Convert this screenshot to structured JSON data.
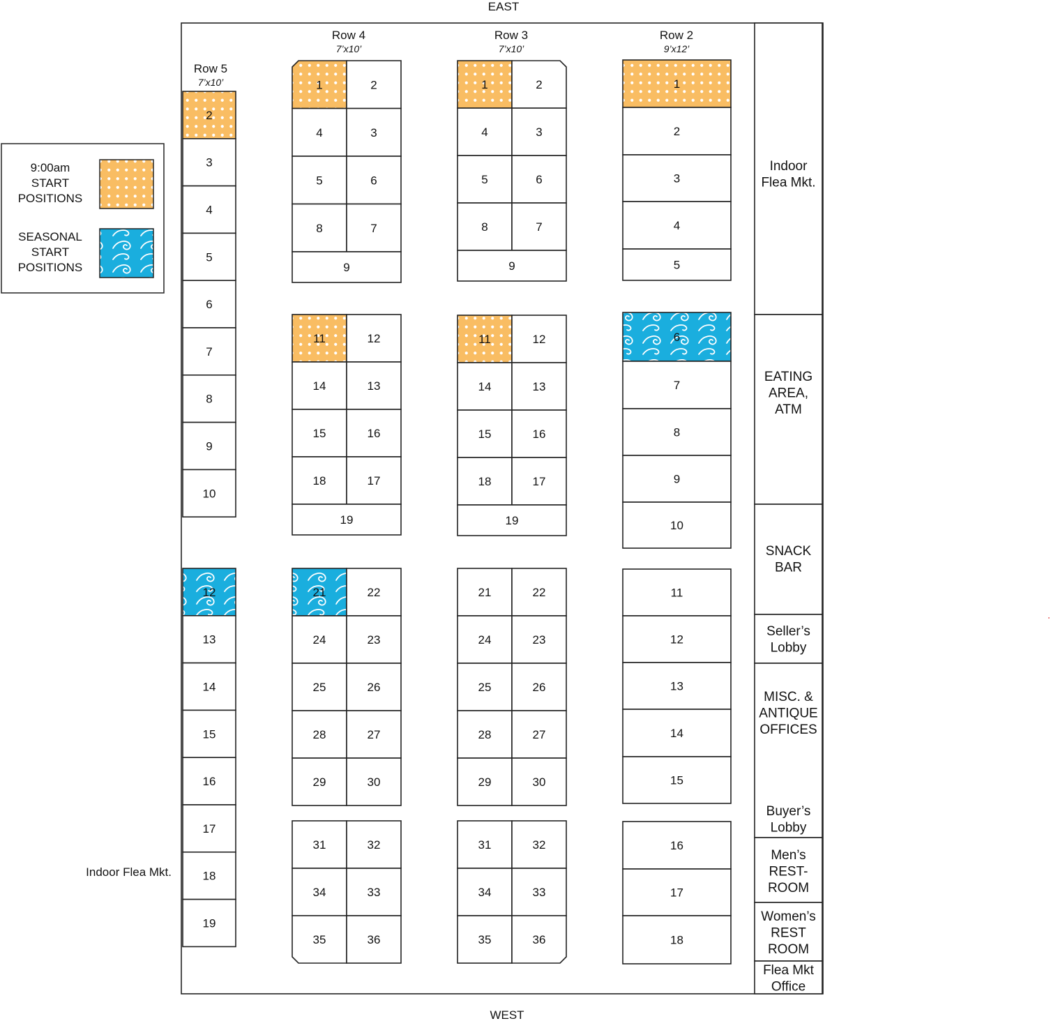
{
  "compass": {
    "top": "EAST",
    "bottom": "WEST"
  },
  "legend": {
    "items": [
      {
        "lines": [
          "9:00am",
          "START",
          "POSITIONS"
        ],
        "pattern": "dots",
        "color": "#f9bd63"
      },
      {
        "lines": [
          "SEASONAL",
          "START",
          "POSITIONS"
        ],
        "pattern": "waves",
        "color": "#1aaede"
      }
    ]
  },
  "outside_label": "Indoor Flea Mkt.",
  "rows": {
    "row5": {
      "label": "Row 5",
      "size": "7’x10’"
    },
    "row4": {
      "label": "Row 4",
      "size": "7’x10’"
    },
    "row3": {
      "label": "Row 3",
      "size": "7’x10’"
    },
    "row2": {
      "label": "Row 2",
      "size": "9’x12’"
    }
  },
  "row5_top": [
    "2",
    "3",
    "4",
    "5",
    "6",
    "7",
    "8",
    "9",
    "10"
  ],
  "row5_bottom": [
    "12",
    "13",
    "14",
    "15",
    "16",
    "17",
    "18",
    "19"
  ],
  "row4_block1": [
    [
      "1",
      "2"
    ],
    [
      "4",
      "3"
    ],
    [
      "5",
      "6"
    ],
    [
      "8",
      "7"
    ]
  ],
  "row4_block1_full": "9",
  "row4_block2": [
    [
      "11",
      "12"
    ],
    [
      "14",
      "13"
    ],
    [
      "15",
      "16"
    ],
    [
      "18",
      "17"
    ]
  ],
  "row4_block2_full": "19",
  "row4_block3": [
    [
      "21",
      "22"
    ],
    [
      "24",
      "23"
    ],
    [
      "25",
      "26"
    ],
    [
      "28",
      "27"
    ],
    [
      "29",
      "30"
    ]
  ],
  "row4_block4": [
    [
      "31",
      "32"
    ],
    [
      "34",
      "33"
    ],
    [
      "35",
      "36"
    ]
  ],
  "row3_block1": [
    [
      "1",
      "2"
    ],
    [
      "4",
      "3"
    ],
    [
      "5",
      "6"
    ],
    [
      "8",
      "7"
    ]
  ],
  "row3_block1_full": "9",
  "row3_block2": [
    [
      "11",
      "12"
    ],
    [
      "14",
      "13"
    ],
    [
      "15",
      "16"
    ],
    [
      "18",
      "17"
    ]
  ],
  "row3_block2_full": "19",
  "row3_block3": [
    [
      "21",
      "22"
    ],
    [
      "24",
      "23"
    ],
    [
      "25",
      "26"
    ],
    [
      "28",
      "27"
    ],
    [
      "29",
      "30"
    ]
  ],
  "row3_block4": [
    [
      "31",
      "32"
    ],
    [
      "34",
      "33"
    ],
    [
      "35",
      "36"
    ]
  ],
  "row2_block1": [
    "1",
    "2",
    "3",
    "4",
    "5"
  ],
  "row2_block2": [
    "6",
    "7",
    "8",
    "9",
    "10"
  ],
  "row2_block3": [
    "11",
    "12",
    "13",
    "14",
    "15"
  ],
  "row2_block4": [
    "16",
    "17",
    "18"
  ],
  "highlights": {
    "dots": [
      "row5:2",
      "row4:1",
      "row3:1",
      "row2:1",
      "row4:11",
      "row3:11"
    ],
    "waves": [
      "row2:6",
      "row5:12",
      "row4:21"
    ]
  },
  "facilities": [
    {
      "key": "indoor-flea-mkt",
      "lines": [
        "Indoor",
        "Flea Mkt."
      ]
    },
    {
      "key": "eating-area",
      "lines": [
        "EATING",
        "AREA,",
        "ATM"
      ]
    },
    {
      "key": "snack-bar",
      "lines": [
        "SNACK",
        "BAR"
      ]
    },
    {
      "key": "sellers-lobby",
      "lines": [
        "Seller’s",
        "Lobby"
      ]
    },
    {
      "key": "misc-antique-offices",
      "lines": [
        "MISC. &",
        "ANTIQUE",
        "OFFICES"
      ]
    },
    {
      "key": "buyers-lobby",
      "lines": [
        "Buyer’s",
        "Lobby"
      ]
    },
    {
      "key": "mens-restroom",
      "lines": [
        "Men’s",
        "REST-",
        "ROOM"
      ]
    },
    {
      "key": "womens-restroom",
      "lines": [
        "Women’s",
        "REST",
        "ROOM"
      ]
    },
    {
      "key": "flea-mkt-office",
      "lines": [
        "Flea Mkt",
        "Office"
      ]
    }
  ]
}
